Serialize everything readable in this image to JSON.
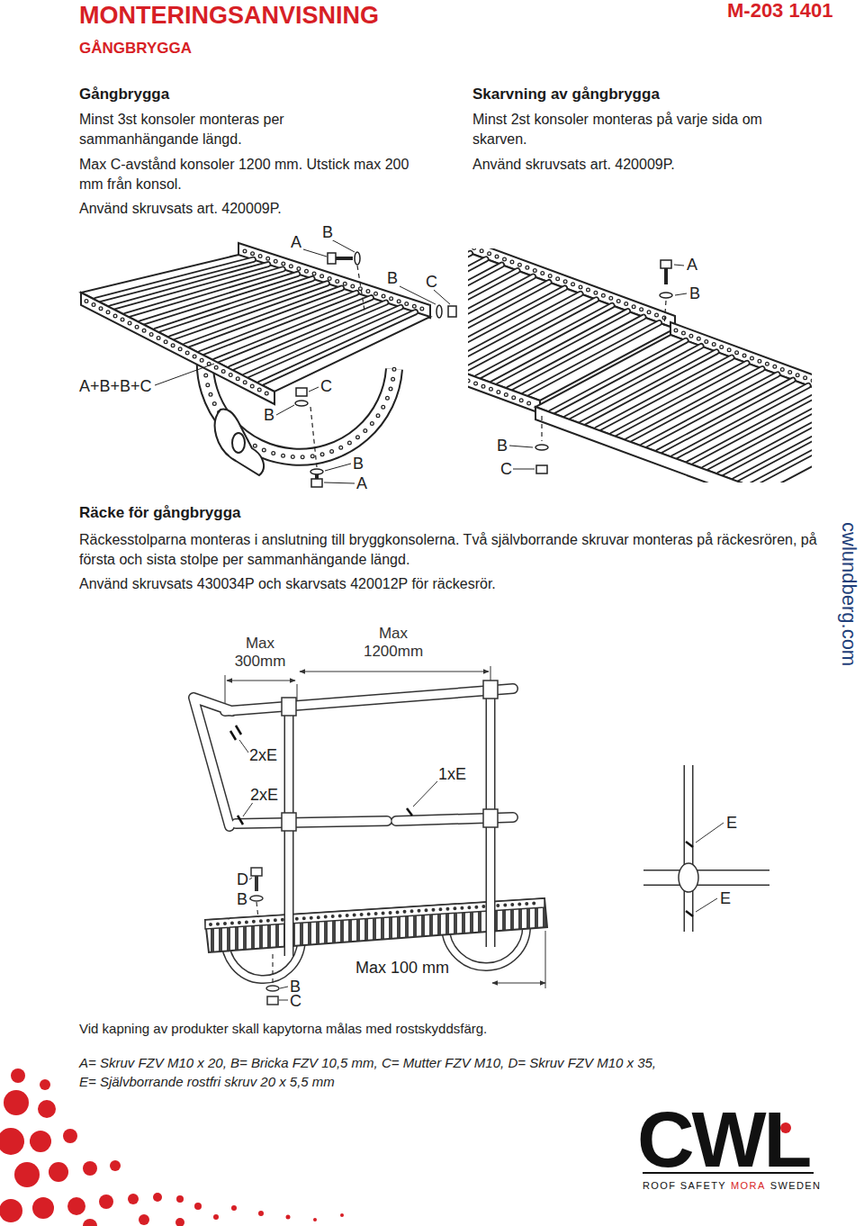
{
  "diagram": {
    "title": "MONTERINGSANVISNING",
    "labels": [
      "M-203 1401",
      "GÅNGBRYGGA",
      "Gångbrygga",
      "Minst 3st konsoler monteras per sammanhängande längd.",
      "Max C-avstånd konsoler 1200 mm. Utstick max 200 mm från konsol.",
      "Använd skruvsats art. 420009P.",
      "Skarvning av gångbrygga",
      "Minst 2st konsoler monteras på varje sida om skarven.",
      "Använd skruvsats art. 420009P.",
      "A",
      "B",
      "B",
      "C",
      "A+B+B+C",
      "C",
      "B",
      "B",
      "A",
      "A",
      "B",
      "B",
      "C",
      "Räcke för gångbrygga",
      "Räckesstolparna monteras i anslutning till bryggkonsolerna. Två självborrande skruvar monteras på räckesrören, på första och sista stolpe per sammanhängande längd.",
      "Använd skruvsats 430034P och skarvsats 420012P för räckesrör.",
      "cwlundberg.com",
      "Max 300mm",
      "Max 1200mm",
      "2xE",
      "2xE",
      "1xE",
      "D",
      "B",
      "B",
      "C",
      "Max 100 mm",
      "E",
      "E",
      "Vid kapning av produkter skall kapytorna målas med rostskyddsfärg.",
      "A= Skruv FZV M10 x 20, B= Bricka FZV 10,5 mm, C= Mutter FZV M10, D= Skruv FZV M10 x 35,",
      "E= Självborrande rostfri skruv 20 x 5,5 mm",
      "CWL",
      "ROOF SAFETY",
      "MORA",
      "SWEDEN"
    ]
  }
}
